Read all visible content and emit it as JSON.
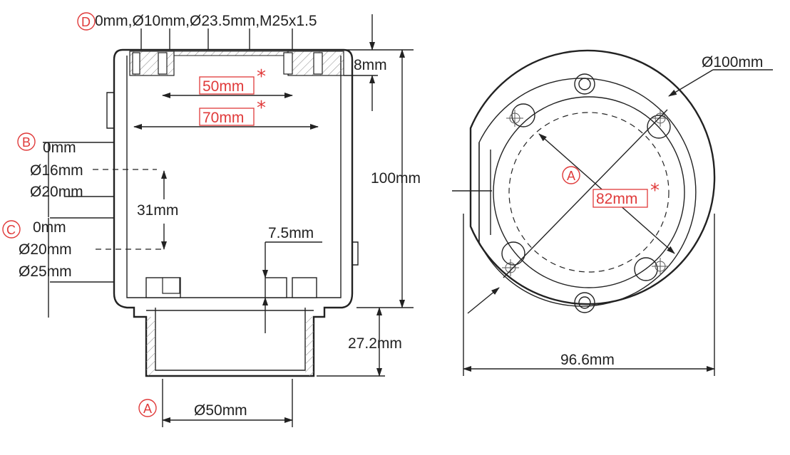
{
  "colors": {
    "annotation": "#e03a3a",
    "line": "#222222",
    "background": "#ffffff"
  },
  "markers": {
    "a": "A",
    "b": "B",
    "c": "C",
    "d": "D"
  },
  "side_view": {
    "d_line": "0mm,Ø10mm,Ø23.5mm,M25x1.5",
    "dim_top": "8mm",
    "dim_inner_50": "50mm",
    "dim_inner_70": "70mm",
    "dim_height": "100mm",
    "b_lines": [
      "0mm",
      "Ø16mm",
      "Ø20mm"
    ],
    "dim_31": "31mm",
    "c_lines": [
      "0mm",
      "Ø20mm",
      "Ø25mm"
    ],
    "dim_7_5": "7.5mm",
    "dim_27_2": "27.2mm",
    "dim_base": "Ø50mm",
    "star": "*"
  },
  "top_view": {
    "dim_outer": "Ø100mm",
    "dim_82": "82mm",
    "dim_width": "96.6mm",
    "star": "*"
  }
}
